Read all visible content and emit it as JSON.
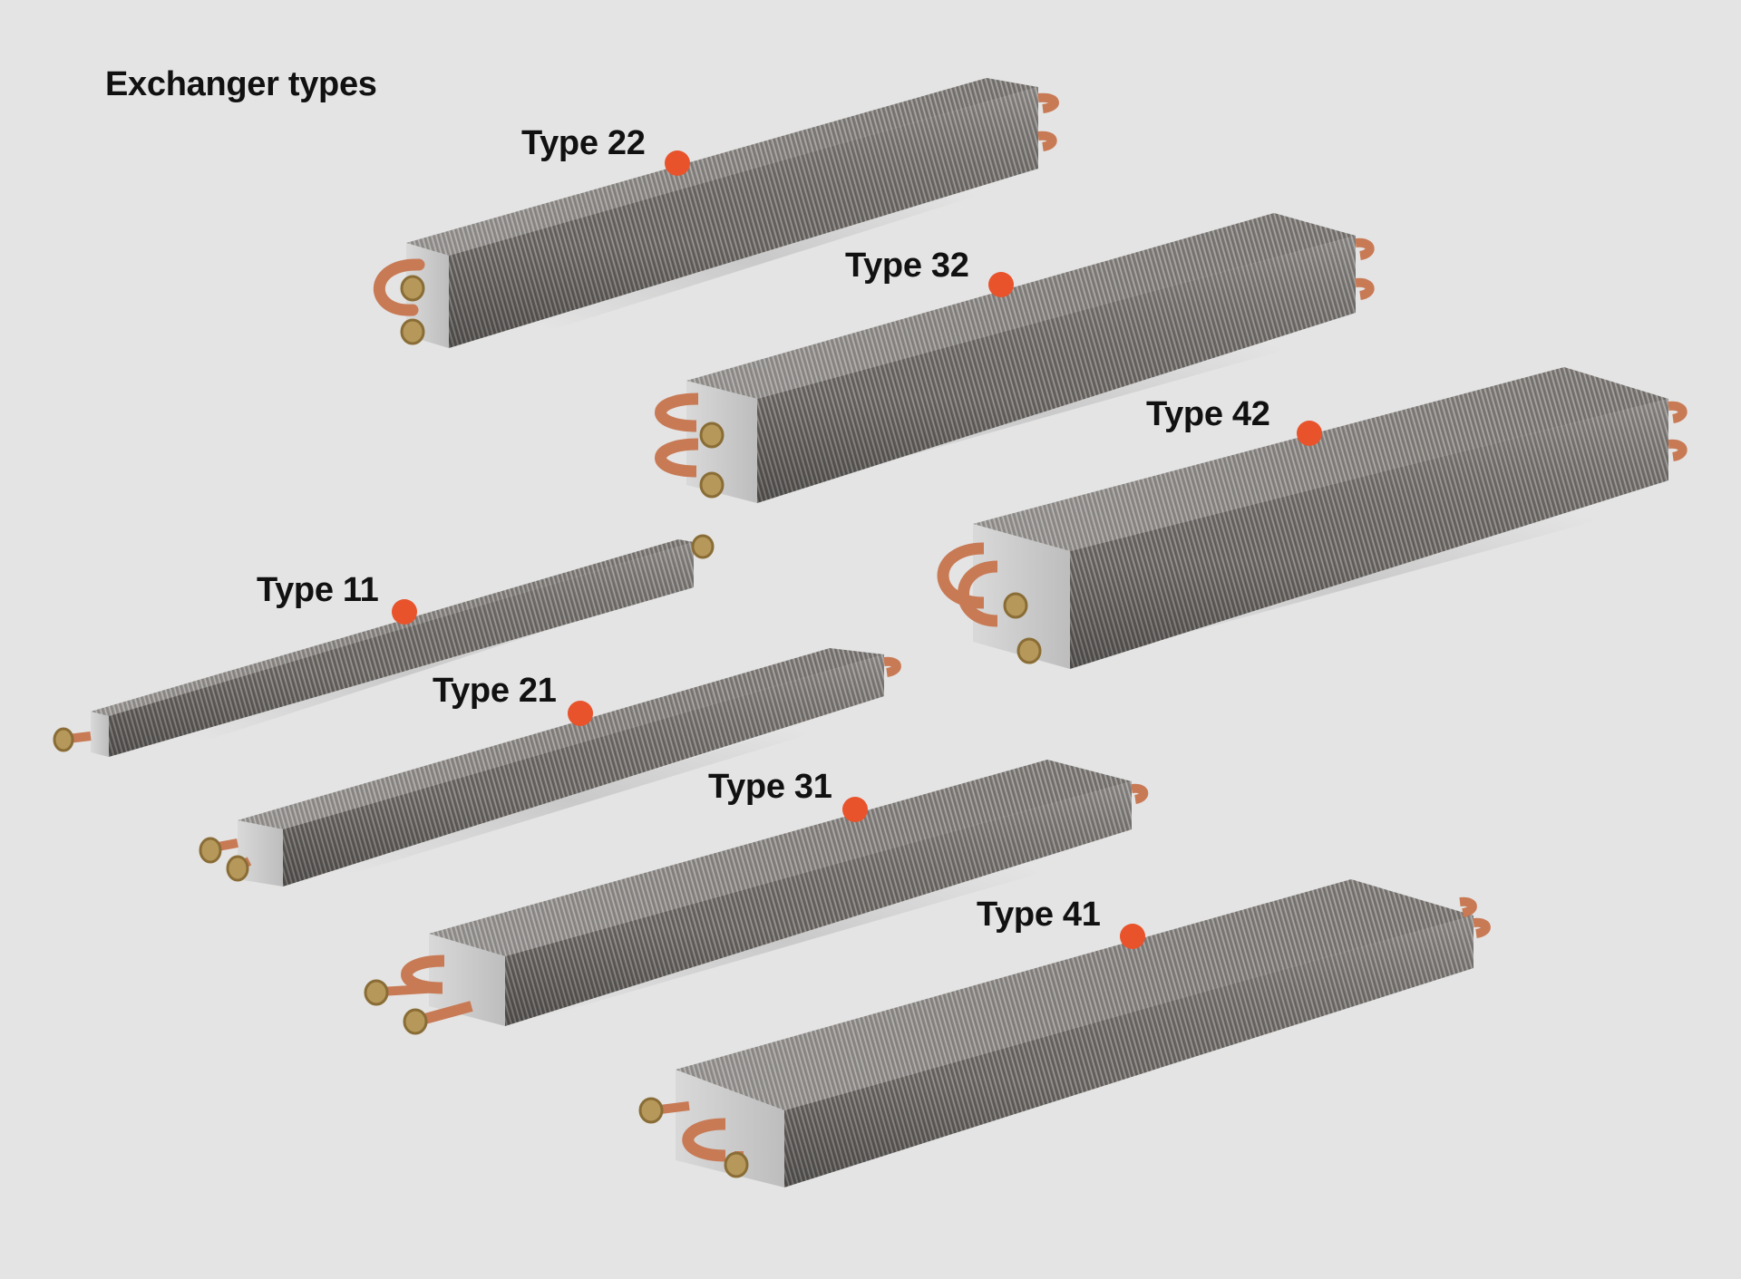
{
  "heading": "Exchanger types",
  "accent_color": "#e8532b",
  "exchangers": [
    {
      "id": "type-22",
      "label": "Type 22"
    },
    {
      "id": "type-32",
      "label": "Type 32"
    },
    {
      "id": "type-42",
      "label": "Type 42"
    },
    {
      "id": "type-11",
      "label": "Type 11"
    },
    {
      "id": "type-21",
      "label": "Type 21"
    },
    {
      "id": "type-31",
      "label": "Type 31"
    },
    {
      "id": "type-41",
      "label": "Type 41"
    }
  ]
}
